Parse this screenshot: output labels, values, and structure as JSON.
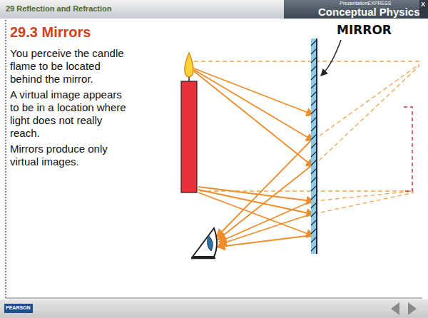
{
  "diagram": {
    "title": "29.3 Mirrors",
    "labels": [
      "29 Reflection and Refraction",
      "PresentationEXPRESS",
      "Conceptual Physics",
      "X",
      "You perceive the candle flame to be located behind the mirror.",
      "A virtual image appears to be in a location where light does not really reach.",
      "Mirrors produce only virtual images.",
      "MIRROR",
      "PEARSON"
    ]
  }
}
